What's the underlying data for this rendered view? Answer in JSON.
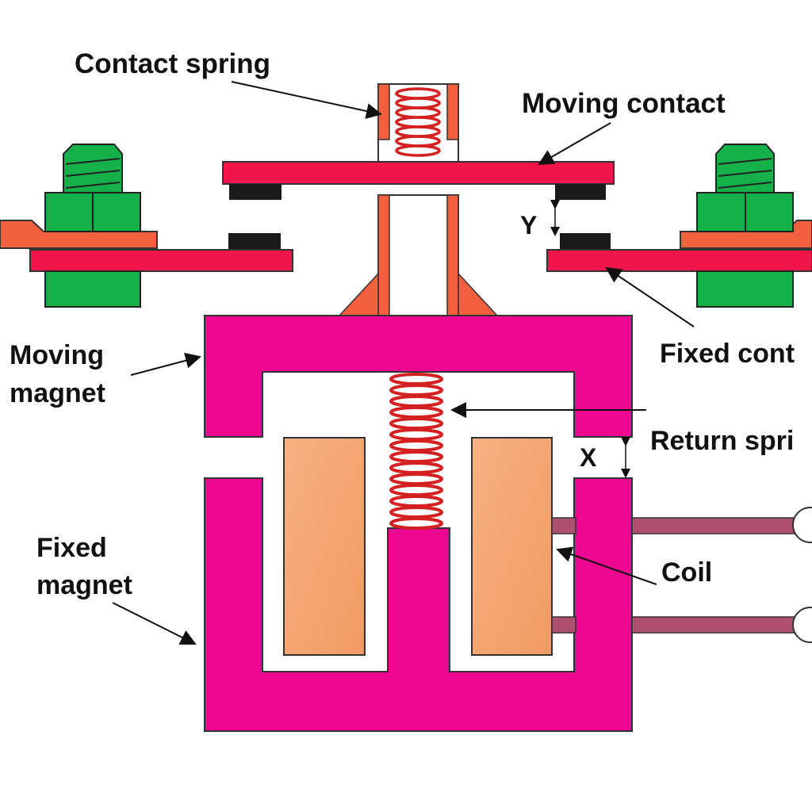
{
  "diagram": {
    "labels": {
      "contact_spring": "Contact spring",
      "moving_contact": "Moving contact",
      "moving_magnet_line1": "Moving",
      "moving_magnet_line2": "magnet",
      "fixed_contact": "Fixed cont",
      "return_spring": "Return spri",
      "coil": "Coil",
      "fixed_magnet_line1": "Fixed",
      "fixed_magnet_line2": "magnet",
      "gap_y": "Y",
      "gap_x": "X"
    },
    "colors": {
      "magnet": "#ec0890",
      "contact_bar": "#f0154a",
      "terminal": "#f2603f",
      "nut": "#15b04a",
      "coil": "#f4a470",
      "spring": "#d42020",
      "contact_pad": "#1a1a1a",
      "lead_wire": "#b05070"
    }
  }
}
